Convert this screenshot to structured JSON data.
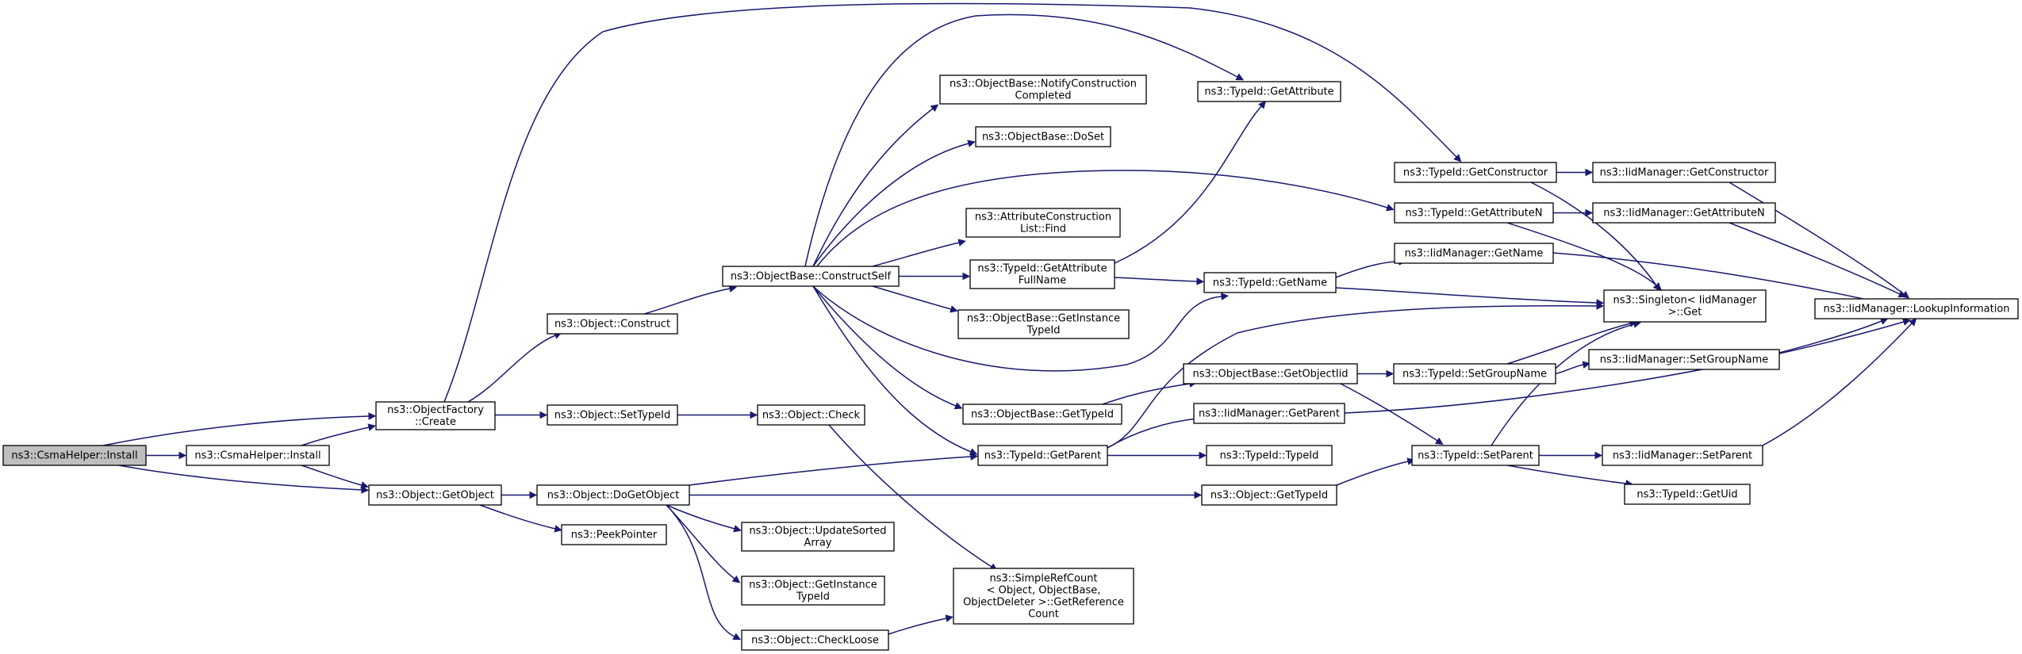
{
  "diagram": {
    "nodes": [
      {
        "id": "csma_install_root",
        "lines": [
          "ns3::CsmaHelper::Install"
        ],
        "root": true
      },
      {
        "id": "csma_install",
        "lines": [
          "ns3::CsmaHelper::Install"
        ]
      },
      {
        "id": "factory_create",
        "lines": [
          "ns3::ObjectFactory",
          "::Create"
        ]
      },
      {
        "id": "object_getobject",
        "lines": [
          "ns3::Object::GetObject"
        ]
      },
      {
        "id": "object_construct",
        "lines": [
          "ns3::Object::Construct"
        ]
      },
      {
        "id": "object_settypeid",
        "lines": [
          "ns3::Object::SetTypeId"
        ]
      },
      {
        "id": "object_dogetobject",
        "lines": [
          "ns3::Object::DoGetObject"
        ]
      },
      {
        "id": "peekpointer",
        "lines": [
          "ns3::PeekPointer"
        ]
      },
      {
        "id": "ob_constructself",
        "lines": [
          "ns3::ObjectBase::ConstructSelf"
        ]
      },
      {
        "id": "object_check",
        "lines": [
          "ns3::Object::Check"
        ]
      },
      {
        "id": "object_updatesorted",
        "lines": [
          "ns3::Object::UpdateSorted",
          "Array"
        ]
      },
      {
        "id": "object_getinstancetypeid",
        "lines": [
          "ns3::Object::GetInstance",
          "TypeId"
        ]
      },
      {
        "id": "object_checkloose",
        "lines": [
          "ns3::Object::CheckLoose"
        ]
      },
      {
        "id": "ob_notify",
        "lines": [
          "ns3::ObjectBase::NotifyConstruction",
          "Completed"
        ]
      },
      {
        "id": "ob_doset",
        "lines": [
          "ns3::ObjectBase::DoSet"
        ]
      },
      {
        "id": "acl_find",
        "lines": [
          "ns3::AttributeConstruction",
          "List::Find"
        ]
      },
      {
        "id": "typeid_getattrfullname",
        "lines": [
          "ns3::TypeId::GetAttribute",
          "FullName"
        ]
      },
      {
        "id": "ob_getinstancetypeid",
        "lines": [
          "ns3::ObjectBase::GetInstance",
          "TypeId"
        ]
      },
      {
        "id": "ob_gettypeid",
        "lines": [
          "ns3::ObjectBase::GetTypeId"
        ]
      },
      {
        "id": "typeid_getparent",
        "lines": [
          "ns3::TypeId::GetParent"
        ]
      },
      {
        "id": "simplerefcount",
        "lines": [
          "ns3::SimpleRefCount",
          "< Object, ObjectBase,",
          "ObjectDeleter >::GetReference",
          "Count"
        ]
      },
      {
        "id": "typeid_getattribute",
        "lines": [
          "ns3::TypeId::GetAttribute"
        ]
      },
      {
        "id": "typeid_getname",
        "lines": [
          "ns3::TypeId::GetName"
        ]
      },
      {
        "id": "ob_getobjectiid",
        "lines": [
          "ns3::ObjectBase::GetObjectIid"
        ]
      },
      {
        "id": "iid_getparent",
        "lines": [
          "ns3::IidManager::GetParent"
        ]
      },
      {
        "id": "typeid_typeid",
        "lines": [
          "ns3::TypeId::TypeId"
        ]
      },
      {
        "id": "object_gettypeid",
        "lines": [
          "ns3::Object::GetTypeId"
        ]
      },
      {
        "id": "typeid_getconstructor",
        "lines": [
          "ns3::TypeId::GetConstructor"
        ]
      },
      {
        "id": "typeid_getattributen",
        "lines": [
          "ns3::TypeId::GetAttributeN"
        ]
      },
      {
        "id": "iid_getname",
        "lines": [
          "ns3::IidManager::GetName"
        ]
      },
      {
        "id": "typeid_setgroupname",
        "lines": [
          "ns3::TypeId::SetGroupName"
        ]
      },
      {
        "id": "typeid_setparent",
        "lines": [
          "ns3::TypeId::SetParent"
        ]
      },
      {
        "id": "iid_getconstructor",
        "lines": [
          "ns3::IidManager::GetConstructor"
        ]
      },
      {
        "id": "iid_getattributen",
        "lines": [
          "ns3::IidManager::GetAttributeN"
        ]
      },
      {
        "id": "singleton_get",
        "lines": [
          "ns3::Singleton< IidManager",
          " >::Get"
        ]
      },
      {
        "id": "iid_setgroupname",
        "lines": [
          "ns3::IidManager::SetGroupName"
        ]
      },
      {
        "id": "iid_setparent",
        "lines": [
          "ns3::IidManager::SetParent"
        ]
      },
      {
        "id": "typeid_getuid",
        "lines": [
          "ns3::TypeId::GetUid"
        ]
      },
      {
        "id": "iid_lookupinformation",
        "lines": [
          "ns3::IidManager::LookupInformation"
        ]
      }
    ]
  }
}
